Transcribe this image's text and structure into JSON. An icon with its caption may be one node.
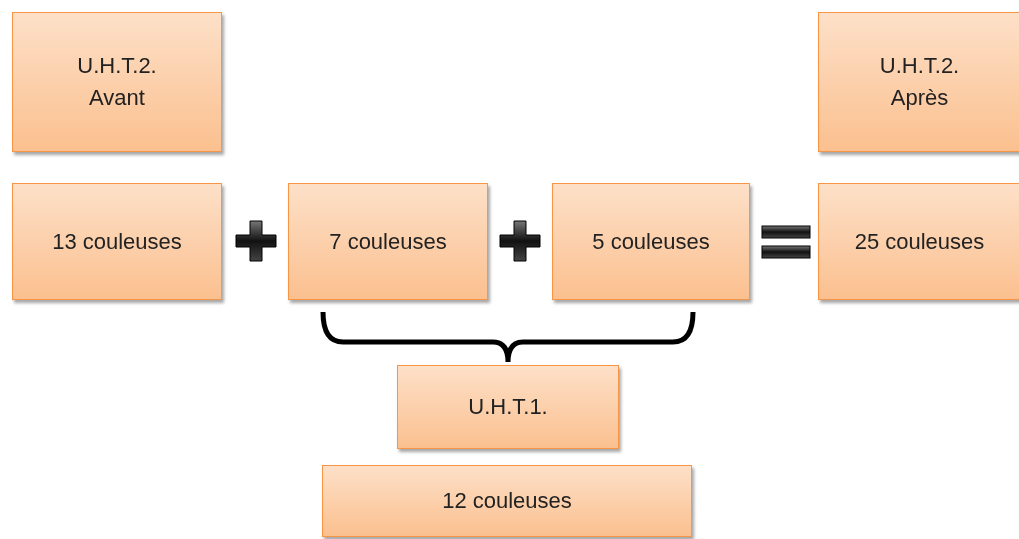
{
  "diagram": {
    "nodes": [
      {
        "text": [
          "U.H.T.2. Avant"
        ]
      },
      {
        "text": [
          "U.H.T.2. Après"
        ]
      },
      {
        "text": [
          "13 couleuses"
        ]
      },
      {
        "text": [
          "7 couleuses"
        ]
      },
      {
        "text": [
          "5 couleuses"
        ]
      },
      {
        "text": [
          "25 couleuses"
        ]
      },
      {
        "text": [
          "U.H.T.1."
        ]
      },
      {
        "text": [
          "12 couleuses"
        ]
      }
    ]
  }
}
